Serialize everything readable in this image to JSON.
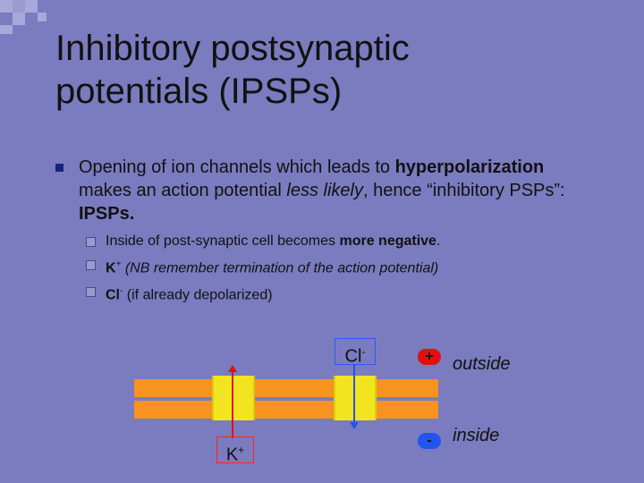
{
  "slide": {
    "title_line1": "Inhibitory postsynaptic",
    "title_line2": "potentials (IPSPs)"
  },
  "main_bullet": {
    "part1": "Opening of ion channels which leads to ",
    "part2_bold": "hyperpolarization",
    "part3": " makes an action potential ",
    "part4_italic": "less likely",
    "part5": ", hence “inhibitory PSPs”: ",
    "part6_bold": "IPSPs."
  },
  "sub_bullets": {
    "s1_a": "Inside of post-synaptic cell becomes ",
    "s1_b_bold": "more negative",
    "s1_c": ".",
    "s2_a_bold": "K",
    "s2_sup": "+",
    "s2_b_italic": " (NB remember termination of the action potential)",
    "s3_a_bold": "Cl",
    "s3_sup": "-",
    "s3_b": " (if already depolarized)"
  },
  "diagram": {
    "cl_label": "Cl",
    "cl_sup": "-",
    "k_label": "K",
    "k_sup": "+",
    "plus_sign": "+",
    "minus_sign": "-",
    "outside_label": "outside",
    "inside_label": "inside",
    "colors": {
      "membrane": "#f7931e",
      "channel": "#f2e51f",
      "k_arrow": "#e01010",
      "cl_arrow": "#2255ee"
    }
  }
}
